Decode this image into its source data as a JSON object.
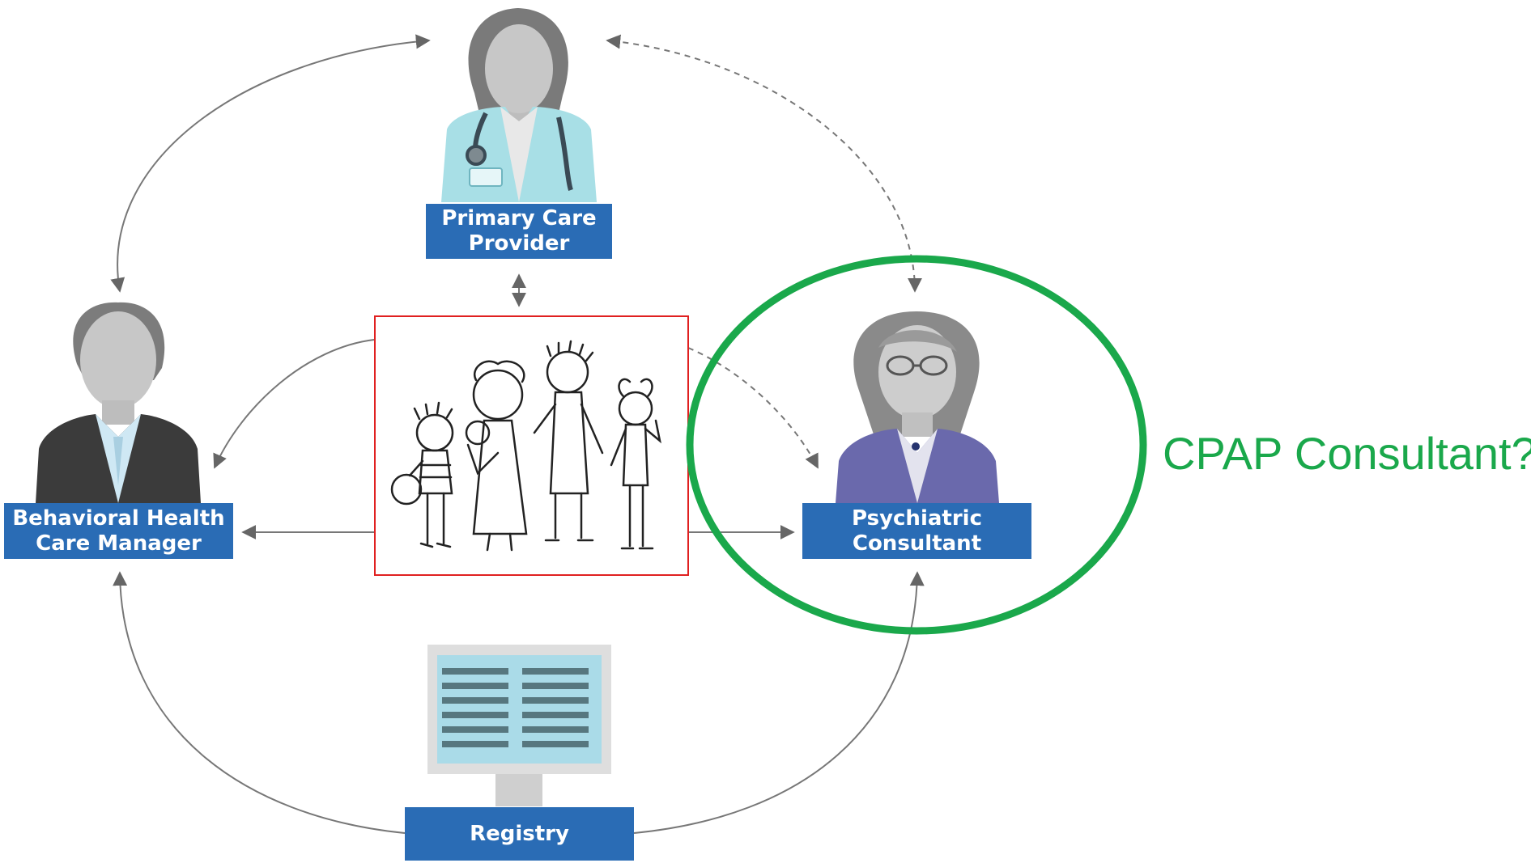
{
  "roles": {
    "primary_care_provider": {
      "line1": "Primary Care",
      "line2": "Provider"
    },
    "behavioral_health_care_manager": {
      "line1": "Behavioral Health",
      "line2": "Care Manager"
    },
    "psychiatric_consultant": {
      "line1": "Psychiatric",
      "line2": "Consultant"
    },
    "registry": {
      "line1": "Registry"
    }
  },
  "annotation": {
    "text": "CPAP Consultant?"
  },
  "icons": [
    "doctor-icon",
    "care-manager-icon",
    "psychiatrist-icon",
    "family-drawing-icon",
    "computer-monitor-icon"
  ],
  "colors": {
    "label_background": "#2a6cb5",
    "label_text": "#ffffff",
    "highlight_ellipse": "#1aa84b",
    "family_frame": "#e02020",
    "arrows": "#666666"
  }
}
